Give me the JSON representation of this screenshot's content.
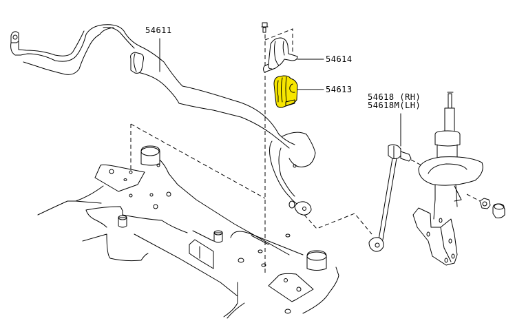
{
  "diagram": {
    "title": "Front stabilizer bar parts diagram",
    "highlight_color": "#f7e600",
    "parts": [
      {
        "id": "stabilizer-bar",
        "number": "54611",
        "highlighted": false
      },
      {
        "id": "bushing-clamp",
        "number": "54614",
        "highlighted": false
      },
      {
        "id": "stabilizer-bushing",
        "number": "54613",
        "highlighted": true
      },
      {
        "id": "connecting-rod-rh",
        "number": "54618",
        "side": "(RH)",
        "label": "54618 (RH)",
        "highlighted": false
      },
      {
        "id": "connecting-rod-lh",
        "number": "54618M",
        "side": "(LH)",
        "label": "54618M(LH)",
        "highlighted": false
      }
    ]
  }
}
